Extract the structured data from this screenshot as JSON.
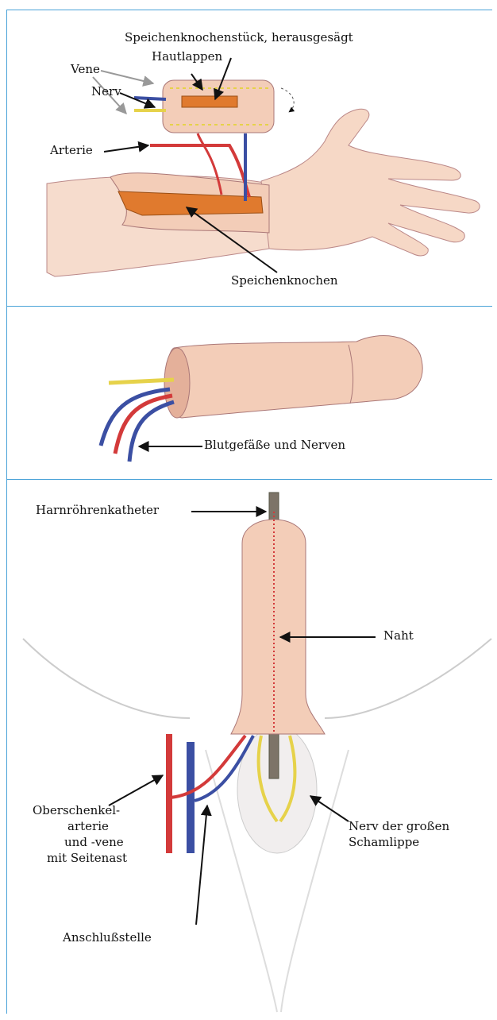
{
  "panel1": {
    "labels": {
      "bone_piece": "Speichenknochenstück, herausgesägt",
      "skin_flap": "Hautlappen",
      "vein": "Vene",
      "nerve": "Nerv",
      "artery": "Arterie",
      "radius": "Speichenknochen"
    }
  },
  "panel2": {
    "labels": {
      "vessels": "Blutgefäße und Nerven"
    }
  },
  "panel3": {
    "labels": {
      "catheter": "Harnröhrenkatheter",
      "suture": "Naht",
      "femoral_1": "Oberschenkel-",
      "femoral_2": "arterie",
      "femoral_3": "und -vene",
      "femoral_4": "mit Seitenast",
      "connection": "Anschlußstelle",
      "labial_nerve_1": "Nerv der großen",
      "labial_nerve_2": "Schamlippe"
    }
  },
  "colors": {
    "frame": "#4aa3d8",
    "skin": "#f3cdb8",
    "bone": "#e07a2e",
    "artery": "#d33a3a",
    "vein": "#3b4fa3",
    "nerve": "#e6d24a"
  }
}
